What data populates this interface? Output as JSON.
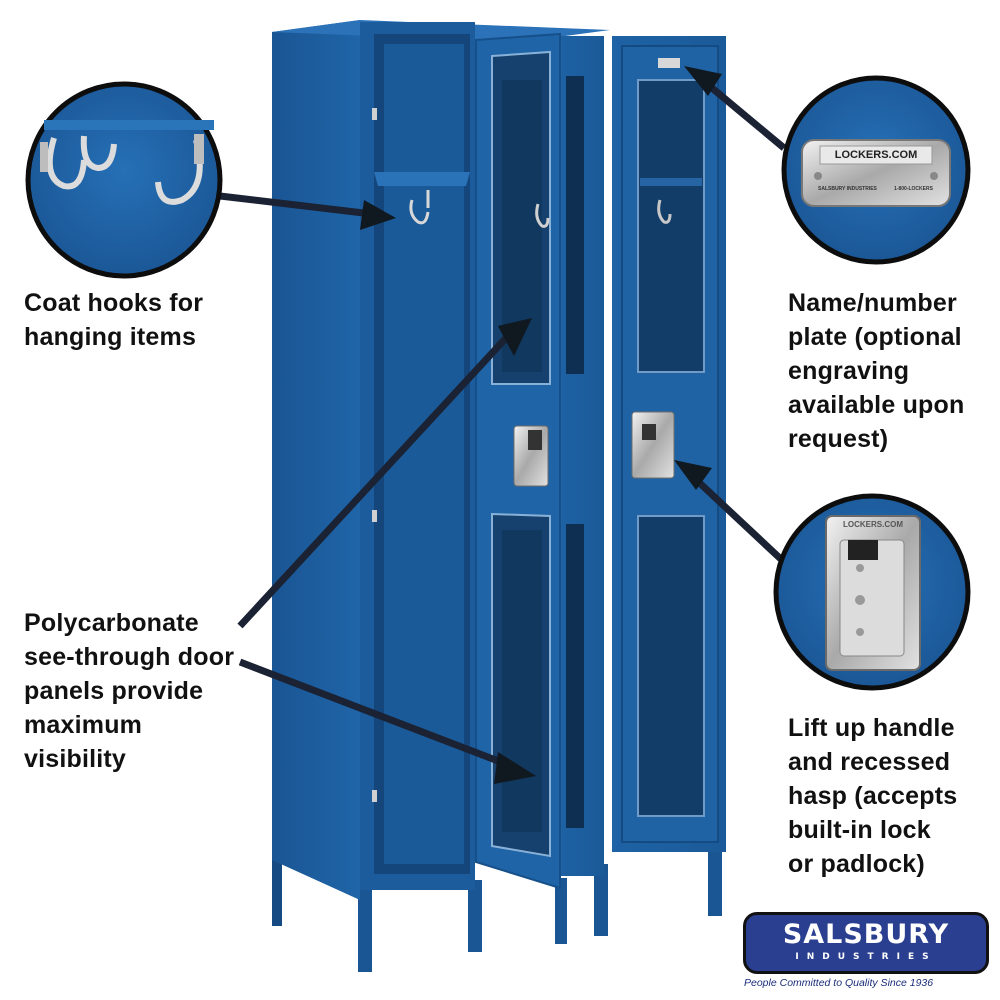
{
  "callouts": {
    "coat_hooks": [
      "Coat hooks for",
      "hanging items"
    ],
    "polycarbonate": [
      "Polycarbonate",
      "see-through door",
      "panels provide",
      "maximum",
      "visibility"
    ],
    "name_plate": [
      "Name/number",
      "plate (optional",
      "engraving",
      "available upon",
      "request)"
    ],
    "handle": [
      "Lift up handle",
      "and recessed",
      "hasp (accepts",
      "built-in lock",
      "or padlock)"
    ]
  },
  "nameplate": {
    "brand": "LOCKERS.COM",
    "small_left": "SALSBURY INDUSTRIES",
    "small_right": "1-800-LOCKERS"
  },
  "handle_stamp": "LOCKERS.COM",
  "logo": {
    "main": "SALSBURY",
    "sub": "INDUSTRIES",
    "tagline": "People Committed to Quality Since 1936"
  },
  "colors": {
    "locker_blue": "#1d5c9a",
    "locker_dark": "#123e6c",
    "logo_blue": "#2a3f8f"
  }
}
